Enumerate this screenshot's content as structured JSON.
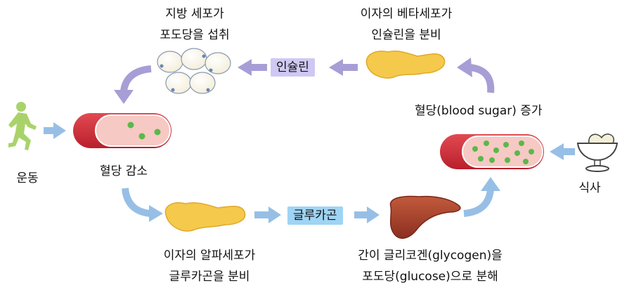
{
  "labels": {
    "fat_cell_line1": "지방 세포가",
    "fat_cell_line2": "포도당을 섭취",
    "beta_cell_line1": "이자의 베타세포가",
    "beta_cell_line2": "인슐린을 분비",
    "insulin": "인슐린",
    "blood_sugar_up": "혈당(blood sugar) 증가",
    "exercise": "운동",
    "blood_sugar_down": "혈당 감소",
    "meal": "식사",
    "glucagon": "글루카곤",
    "alpha_cell_line1": "이자의 알파세포가",
    "alpha_cell_line2": "글루카곤을 분비",
    "liver_line1": "간이 글리코겐(glycogen)을",
    "liver_line2": "포도당(glucose)으로 분해"
  },
  "colors": {
    "arrow_purple": "#a79ed6",
    "arrow_blue": "#97bfe6",
    "vessel_red": "#d8303a",
    "vessel_interior": "#f6c9c4",
    "glucose_dot": "#5bb84a",
    "pancreas": "#f5c94b",
    "liver": "#a8412c",
    "runner": "#a9d36a"
  },
  "icons": {
    "runner": "running-person-icon",
    "fat_cells": "fat-cells-icon",
    "pancreas": "pancreas-icon",
    "liver": "liver-icon",
    "food": "ice-cream-bowl-icon",
    "vessel": "blood-vessel-icon"
  }
}
